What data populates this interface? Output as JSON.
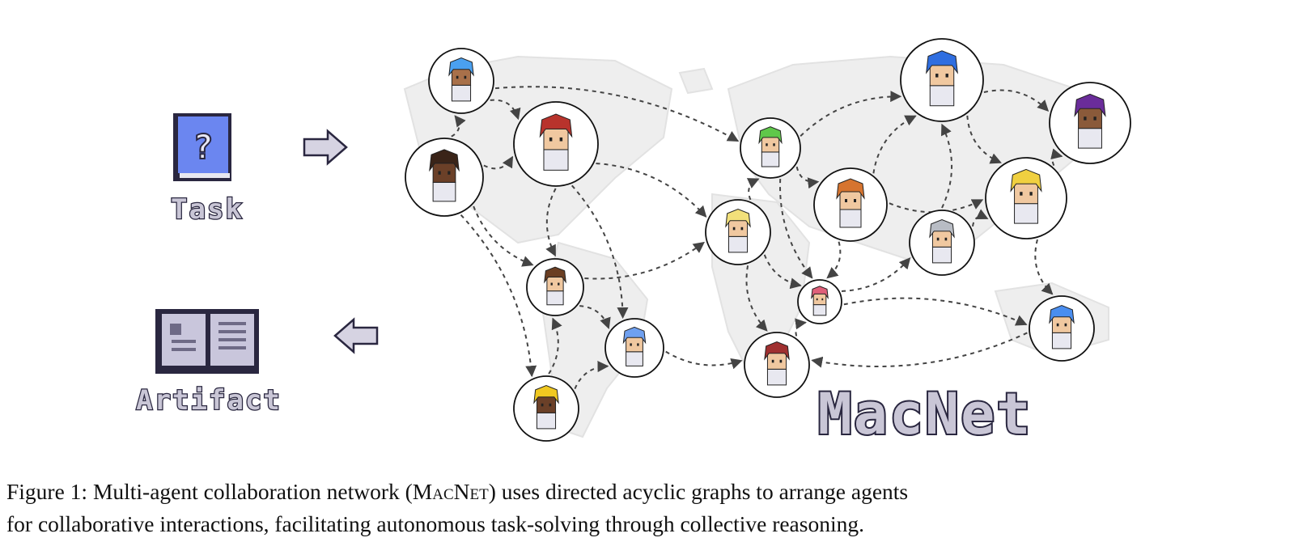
{
  "figure": {
    "task_label": "Task",
    "artifact_label": "Artifact",
    "title_label": "MacNet",
    "colors": {
      "task_blue": "#6b86f0",
      "edge": "#444444",
      "map": "#ececec",
      "node_border": "#111111"
    },
    "agent_hair_colors": [
      "#4aa0f0",
      "#b8332c",
      "#3a2418",
      "#5fc84a",
      "#2f6ee0",
      "#6a2c9a",
      "#d6742f",
      "#f0d040",
      "#f2e07a",
      "#b8bcc4",
      "#6b3e22",
      "#e0607a",
      "#6fa0f0",
      "#4a8ef0",
      "#a03030",
      "#f0c820"
    ]
  },
  "caption": {
    "line1_prefix": "Figure 1: Multi-agent collaboration network (",
    "line1_name": "MacNet",
    "line1_suffix": ") uses directed acyclic graphs to arrange agents",
    "line2": "for collaborative interactions, facilitating autonomous task-solving through collective reasoning."
  }
}
